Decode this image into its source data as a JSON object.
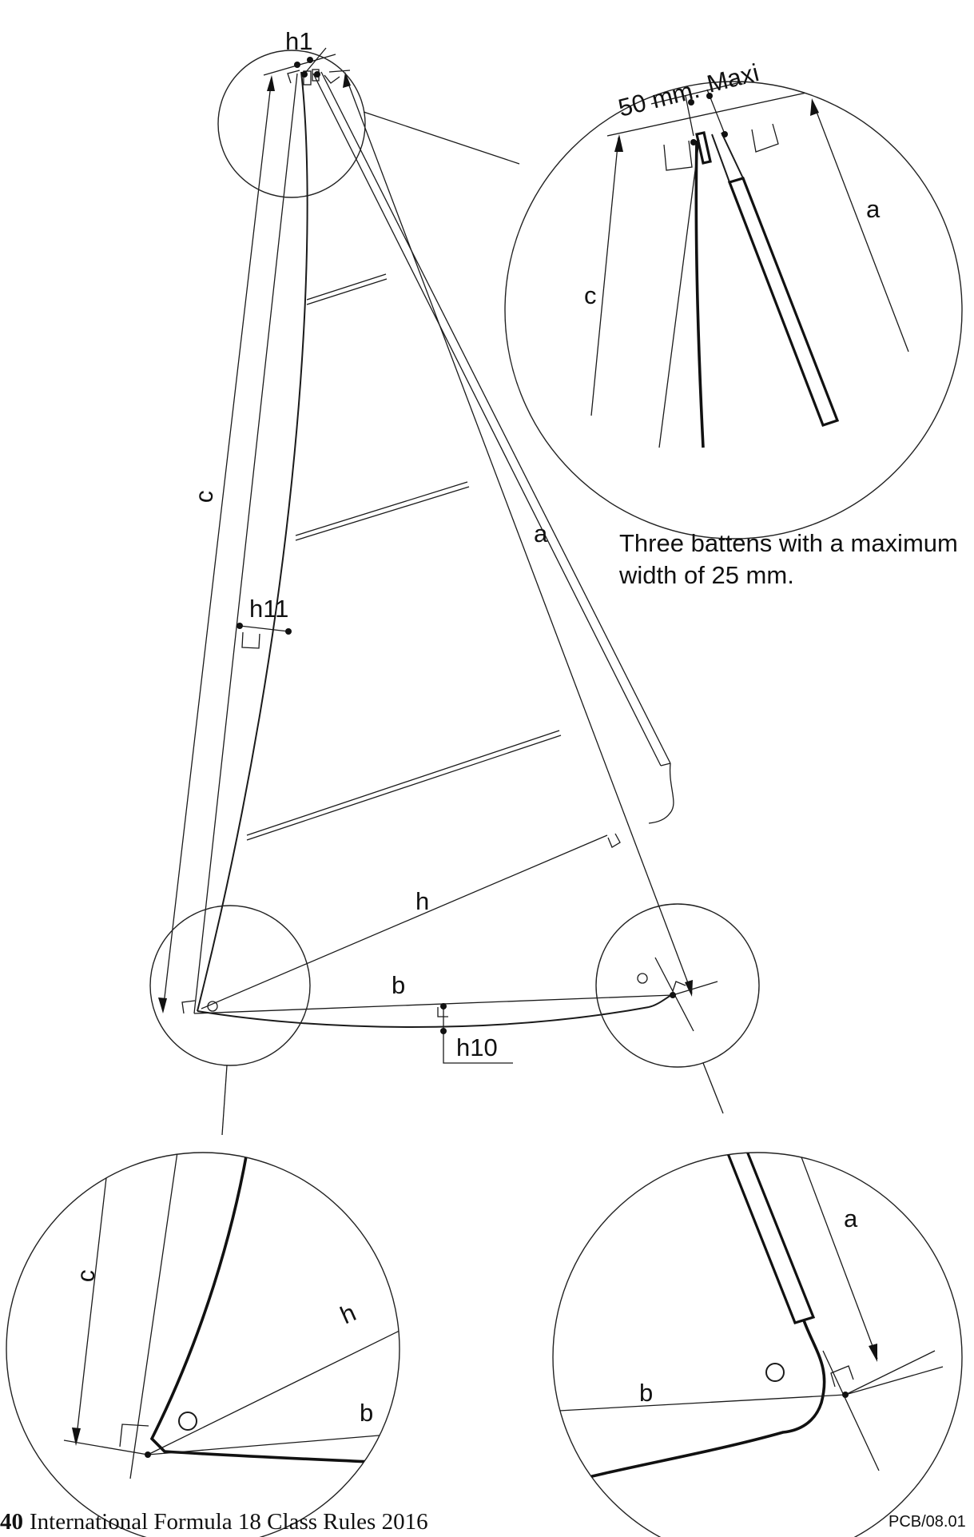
{
  "labels": {
    "h1": "h1",
    "h11": "h11",
    "h10": "h10",
    "h": "h",
    "a": "a",
    "b": "b",
    "c": "c",
    "dim_50": "50 mm.",
    "dim_maxi": "Maxi"
  },
  "note": {
    "line1": "Three battens with a maximum",
    "line2": "width of 25 mm."
  },
  "footer": {
    "page_number": "40",
    "title": "International Formula 18 Class Rules 2016",
    "reference": "PCB/08.01"
  }
}
